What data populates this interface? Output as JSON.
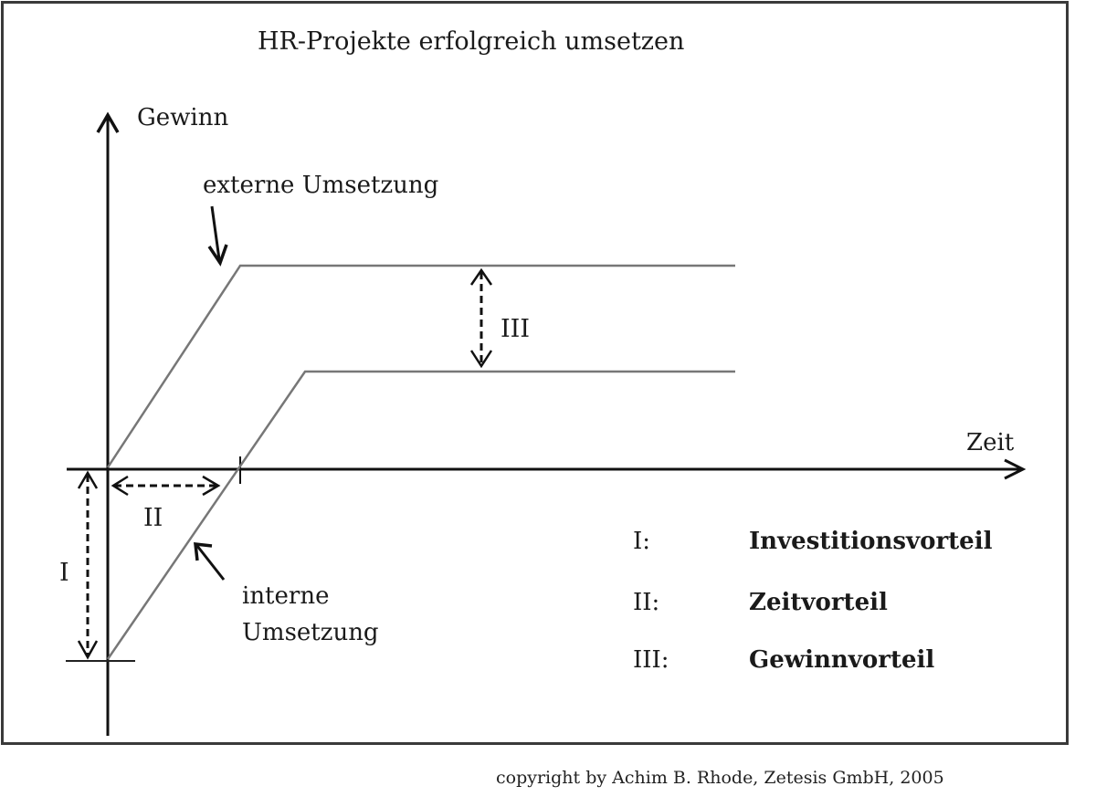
{
  "title": "HR-Projekte erfolgreich umsetzen",
  "axes": {
    "y_label": "Gewinn",
    "x_label": "Zeit"
  },
  "curves": {
    "external": {
      "label": "externe Umsetzung",
      "color": "#777777"
    },
    "internal": {
      "label_line1": "interne",
      "label_line2": "Umsetzung",
      "color": "#777777"
    }
  },
  "markers": {
    "I": "I",
    "II": "II",
    "III": "III"
  },
  "legend": [
    {
      "key": "I:",
      "value": "Investitionsvorteil"
    },
    {
      "key": "II:",
      "value": "Zeitvorteil"
    },
    {
      "key": "III:",
      "value": "Gewinnvorteil"
    }
  ],
  "copyright": "copyright by Achim B. Rhode, Zetesis GmbH, 2005",
  "colors": {
    "axis": "#111111",
    "frame": "#3a3a3a",
    "curve": "#777777"
  }
}
